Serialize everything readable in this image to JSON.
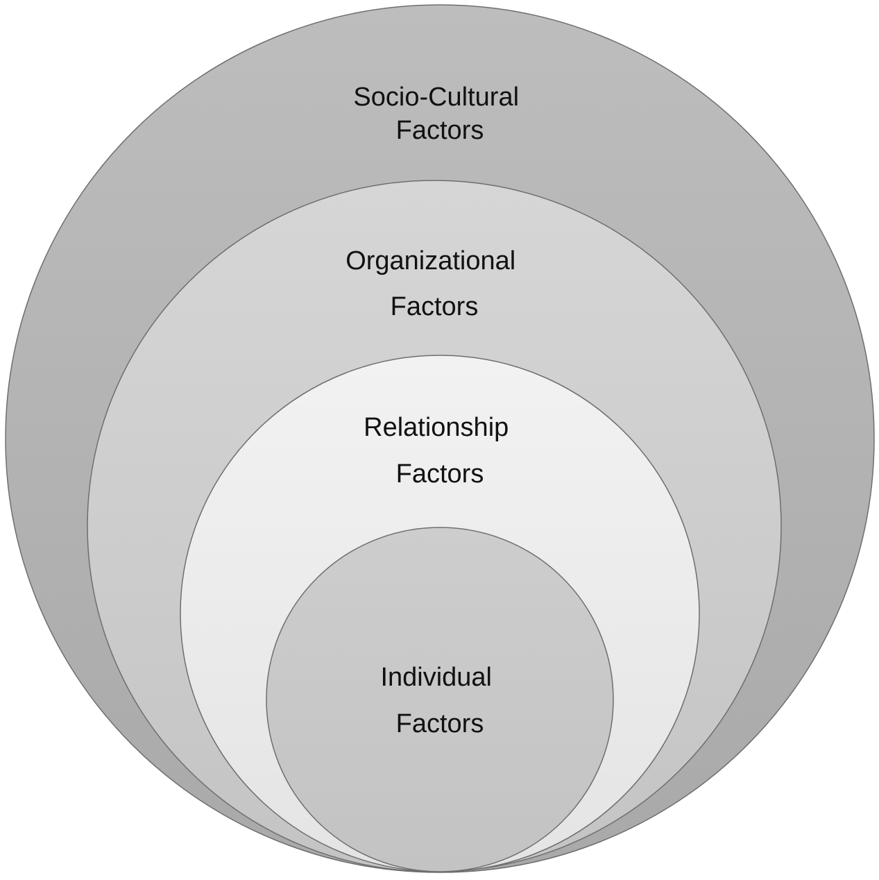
{
  "diagram": {
    "layers": [
      {
        "id": "socio-cultural",
        "line1": "Socio-Cultural",
        "line2": "Factors"
      },
      {
        "id": "organizational",
        "line1": "Organizational",
        "line2": "Factors"
      },
      {
        "id": "relationship",
        "line1": "Relationship",
        "line2": "Factors"
      },
      {
        "id": "individual",
        "line1": "Individual",
        "line2": "Factors"
      }
    ],
    "colors": {
      "socio_cultural": "#b3b3b3",
      "organizational": "#cfcfcf",
      "relationship": "#ececec",
      "individual": "#c8c8c8",
      "outline": "#6e6e6e"
    }
  }
}
